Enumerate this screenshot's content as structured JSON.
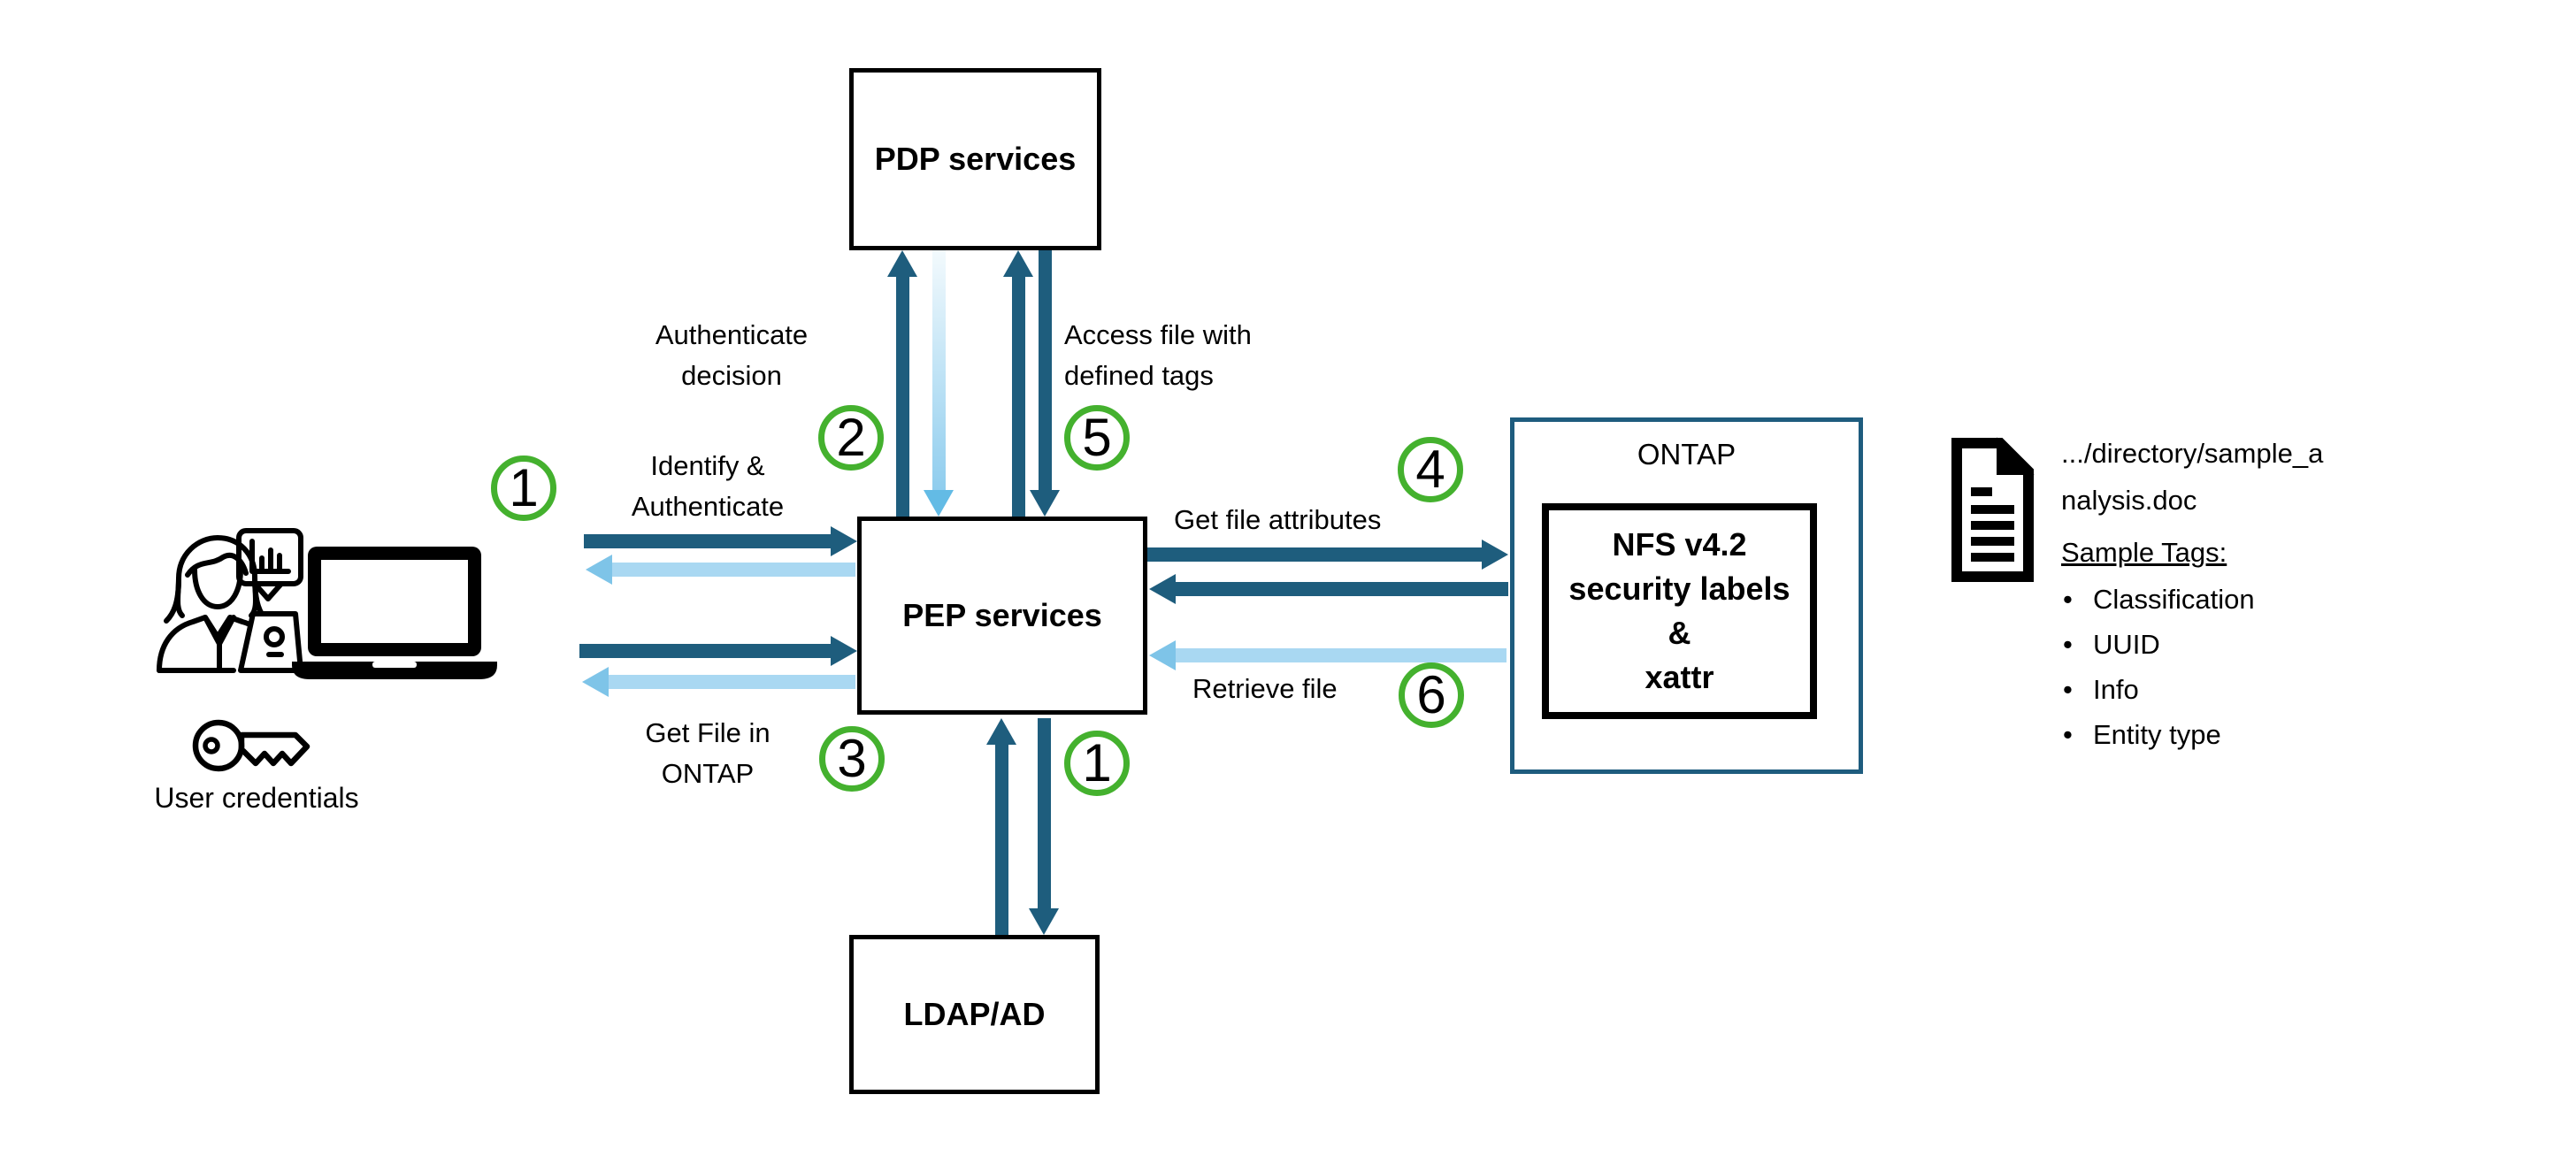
{
  "boxes": {
    "pdp": {
      "label": "PDP services"
    },
    "pep": {
      "label": "PEP services"
    },
    "ldap": {
      "label": "LDAP/AD"
    },
    "ontap": {
      "label": "ONTAP"
    },
    "nfs": {
      "label": "NFS v4.2\nsecurity labels\n&\nxattr"
    }
  },
  "flow_labels": {
    "identify_authenticate": "Identify &\nAuthenticate",
    "authenticate_decision": "Authenticate\ndecision",
    "access_file_with_defined_tags": "Access file with\ndefined tags",
    "get_file_in_ontap": "Get File in\nONTAP",
    "get_file_attributes": "Get file attributes",
    "retrieve_file": "Retrieve file"
  },
  "step_badges": {
    "identify": "1",
    "authenticate_decision": "2",
    "get_file_in_ontap": "3",
    "get_file_attributes": "4",
    "access_file": "5",
    "retrieve_file": "6",
    "ldap_lookup": "1"
  },
  "user": {
    "caption": "User credentials"
  },
  "file_card": {
    "path": ".../directory/sample_a\nnalysis.doc",
    "tags_heading": "Sample Tags:",
    "tags": [
      "Classification",
      "UUID",
      "Info",
      "Entity type"
    ]
  },
  "icons": [
    "analyst-icon",
    "laptop-icon",
    "key-icon",
    "document-icon"
  ],
  "colors": {
    "dark_arrow": "#1e5d7d",
    "light_arrow": "#a9d8f2",
    "light_arrow_head": "#7ec4e8",
    "vertical_light_head": "#63bbe5",
    "badge_green": "#44b12e",
    "ontap_border": "#1e5c7e",
    "box_border": "#000000"
  }
}
